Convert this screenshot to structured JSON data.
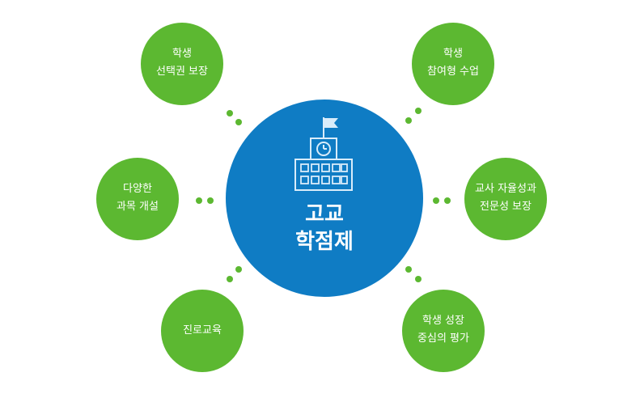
{
  "center": {
    "line1": "고교",
    "line2": "학점제",
    "icon": "school-building-icon",
    "color": "#0f7cc4"
  },
  "node_color": "#5cb831",
  "nodes": {
    "top_left": {
      "line1": "학생",
      "line2": "선택권 보장"
    },
    "top_right": {
      "line1": "학생",
      "line2": "참여형 수업"
    },
    "mid_left": {
      "line1": "다양한",
      "line2": "과목 개설"
    },
    "mid_right": {
      "line1": "교사 자율성과",
      "line2": "전문성 보장"
    },
    "bottom_left": {
      "line1": "진로교육"
    },
    "bottom_right": {
      "line1": "학생 성장",
      "line2": "중심의 평가"
    }
  }
}
